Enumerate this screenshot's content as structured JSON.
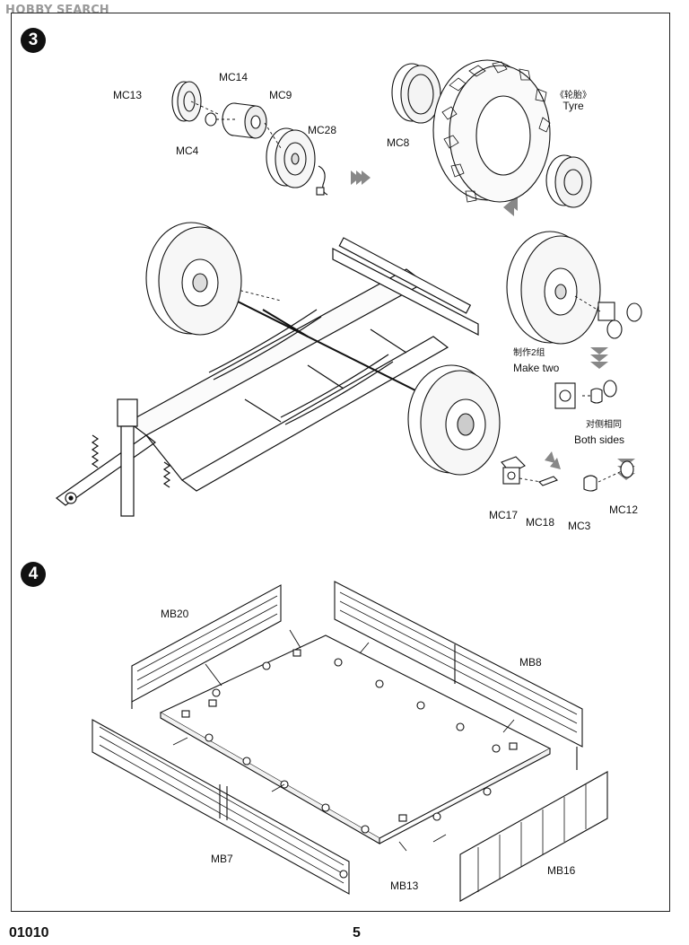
{
  "watermark": {
    "brand": "HOBBY",
    "suffix": "SEARCH"
  },
  "step3": {
    "number": "3",
    "labels": {
      "mc13": "MC13",
      "mc14": "MC14",
      "mc9": "MC9",
      "mc28": "MC28",
      "mc4": "MC4",
      "mc8": "MC8",
      "tyre_cn": "《轮胎》",
      "tyre_en": "Tyre",
      "make_two_cn": "制作2组",
      "make_two_en": "Make two",
      "both_sides_cn": "对侧相同",
      "both_sides_en": "Both sides",
      "mc17": "MC17",
      "mc18": "MC18",
      "mc3": "MC3",
      "mc12": "MC12"
    }
  },
  "step4": {
    "number": "4",
    "labels": {
      "mb20": "MB20",
      "mb8": "MB8",
      "mb7": "MB7",
      "mb13": "MB13",
      "mb16": "MB16"
    }
  },
  "footer": {
    "code": "01010",
    "page": "5"
  }
}
